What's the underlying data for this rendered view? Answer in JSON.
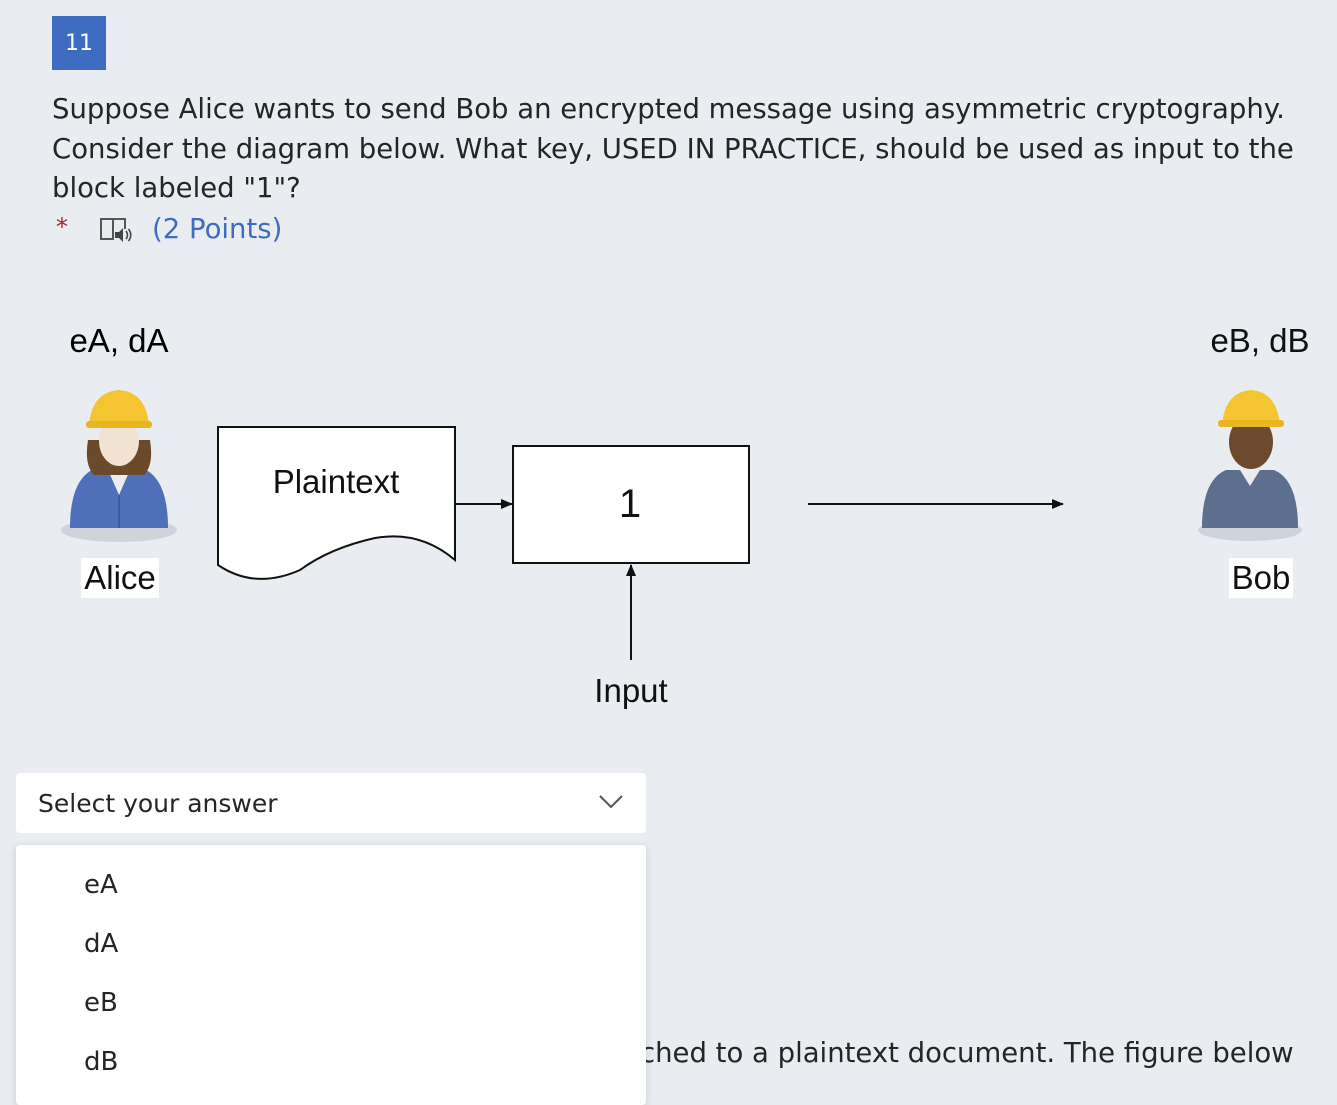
{
  "question": {
    "number": "11",
    "text": "Suppose Alice wants to send Bob an encrypted message using asymmetric cryptography. Consider the diagram below. What key, USED IN PRACTICE, should be used as input to the block labeled \"1\"?",
    "required_marker": "*",
    "points": "(2 Points)"
  },
  "diagram": {
    "alice_keys": "eA, dA",
    "bob_keys": "eB, dB",
    "alice_label": "Alice",
    "bob_label": "Bob",
    "plaintext_label": "Plaintext",
    "block_label": "1",
    "input_label": "Input"
  },
  "answer_select": {
    "placeholder": "Select your answer",
    "options": [
      "eA",
      "dA",
      "eB",
      "dB"
    ]
  },
  "next_question_fragment": "ched to a plaintext document. The figure below"
}
